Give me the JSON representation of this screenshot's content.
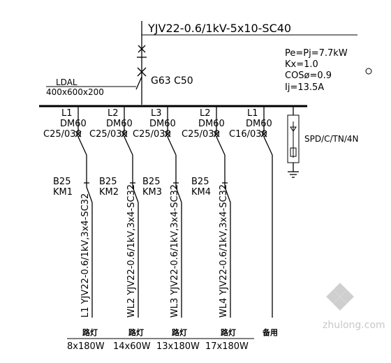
{
  "incoming": {
    "cable": "YJV22-0.6/1kV-5x10-SC40",
    "breaker": "G63 C50"
  },
  "panel": {
    "name": "LDAL",
    "size": "400x600x200"
  },
  "load_params": {
    "pe": "Pe=Pj=7.7kW",
    "kx": "Kx=1.0",
    "cos": "COSø=0.9",
    "ij": "Ij=13.5A"
  },
  "spd": "SPD/C/TN/4N",
  "branches": [
    {
      "phase": "L1",
      "type": "DM60",
      "rating": "C25/030",
      "contactor": "B25",
      "km": "KM1",
      "cable": "L1 YJV22-0.6/1kV,3x4-SC32",
      "load": "路灯",
      "power": "8x180W"
    },
    {
      "phase": "L2",
      "type": "DM60",
      "rating": "C25/030",
      "contactor": "B25",
      "km": "KM2",
      "cable": "WL2 YJV22-0.6/1kV,3x4-SC32",
      "load": "路灯",
      "power": "14x60W"
    },
    {
      "phase": "L3",
      "type": "DM60",
      "rating": "C25/030",
      "contactor": "B25",
      "km": "KM3",
      "cable": "WL3 YJV22-0.6/1kV,3x4-SC32",
      "load": "路灯",
      "power": "13x180W"
    },
    {
      "phase": "L2",
      "type": "DM60",
      "rating": "C25/030",
      "contactor": "B25",
      "km": "KM4",
      "cable": "WL4 YJV22-0.6/1kV,3x4-SC32",
      "load": "路灯",
      "power": "17x180W"
    },
    {
      "phase": "L1",
      "type": "DM60",
      "rating": "C16/030",
      "load": "备用"
    }
  ],
  "watermark": "zhulong.com"
}
